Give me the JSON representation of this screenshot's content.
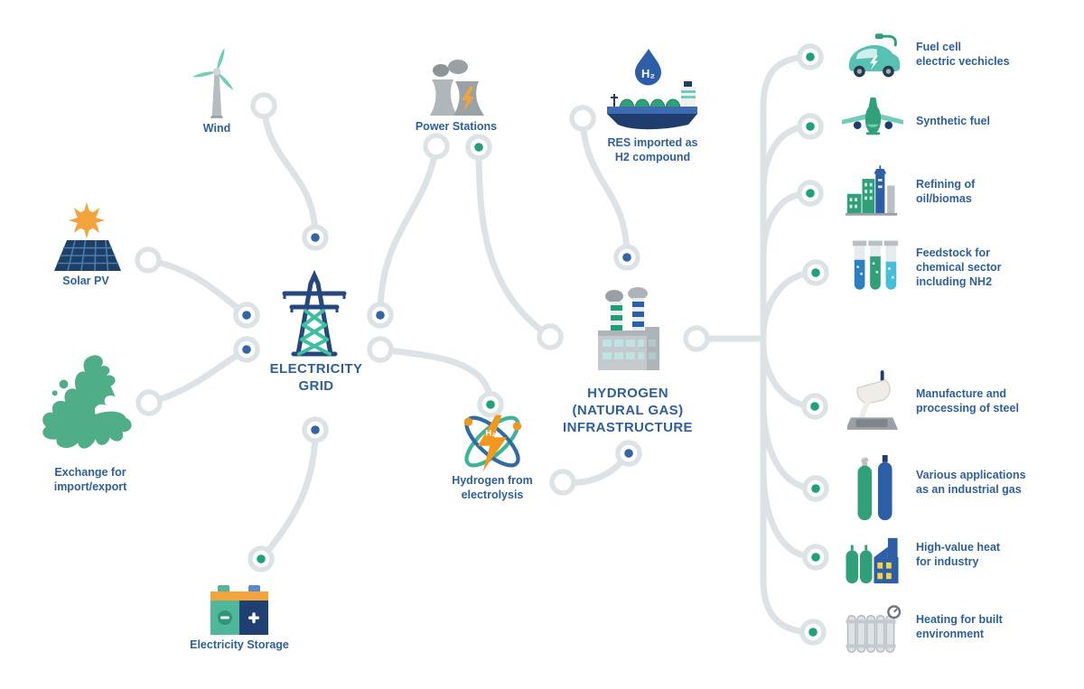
{
  "palette": {
    "label_blue": "#2E5F9E",
    "connector_gray": "#DCE3E6",
    "dot_blue": "#3365A7",
    "dot_green": "#1FA17A",
    "teal": "#6FCDB9",
    "green": "#2FA077",
    "navy": "#1F3E6E",
    "blue": "#2C5FA8",
    "orange": "#F2A33C",
    "gray": "#9AA0A6"
  },
  "hubs": {
    "electricity_grid": {
      "label": "ELECTRICITY\nGRID"
    },
    "hydrogen_infrastructure": {
      "label": "HYDROGEN\n(NATURAL GAS)\nINFRASTRUCTURE"
    }
  },
  "sources": {
    "wind": {
      "label": "Wind"
    },
    "solar": {
      "label": "Solar PV"
    },
    "exchange": {
      "label": "Exchange for\nimport/export"
    },
    "storage": {
      "label": "Electricity Storage"
    },
    "power_stations": {
      "label": "Power Stations"
    },
    "res_import": {
      "label": "RES imported as\nH2 compound",
      "badge": "H₂"
    },
    "electrolysis": {
      "label": "Hydrogen from\nelectrolysis",
      "badge": "H₂"
    }
  },
  "applications": [
    {
      "id": "fuel-cell-ev",
      "label": "Fuel cell\nelectric vechicles"
    },
    {
      "id": "synthetic-fuel",
      "label": "Synthetic fuel"
    },
    {
      "id": "refining",
      "label": "Refining of\noil/biomas"
    },
    {
      "id": "feedstock",
      "label": "Feedstock for\nchemical sector\nincluding NH2"
    },
    {
      "id": "steel",
      "label": "Manufacture and\nprocessing of steel"
    },
    {
      "id": "industrial-gas",
      "label": "Various applications\nas an industrial gas"
    },
    {
      "id": "high-value-heat",
      "label": "High-value heat\nfor industry"
    },
    {
      "id": "heating",
      "label": "Heating for built\nenvironment"
    }
  ]
}
